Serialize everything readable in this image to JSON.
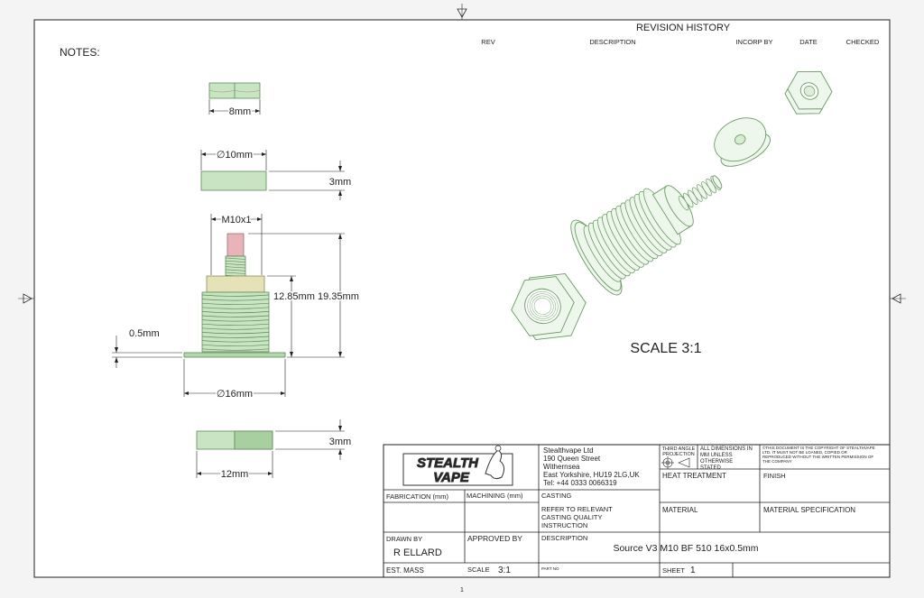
{
  "notes_label": "NOTES:",
  "revision": {
    "title": "REVISION  HISTORY",
    "columns": [
      "REV",
      "DESCRIPTION",
      "INCORP BY",
      "DATE",
      "CHECKED"
    ]
  },
  "dimensions": {
    "nut_width": "8mm",
    "washer_dia": "∅10mm",
    "washer_thk": "3mm",
    "thread": "M10x1",
    "height_a": "12.85mm",
    "height_b": "19.35mm",
    "flange_thk": "0.5mm",
    "flange_dia": "∅16mm",
    "nut2_thk": "3mm",
    "nut2_width": "12mm"
  },
  "scale_label": "SCALE 3:1",
  "title_block": {
    "logo_line1": "STEALTH",
    "logo_line2": "VAPE",
    "company": {
      "name": "Stealthvape Ltd",
      "street": "190 Queen Street",
      "town": "Withernsea",
      "region": "East Yorkshire, HU19 2LG,UK",
      "tel": "Tel: +44 0333 0066319"
    },
    "projection_lines": [
      "THIRD ANGLE",
      "PROJECTION"
    ],
    "units_lines": [
      "ALL DIMENSIONS IN",
      "MM UNLESS",
      "OTHERWISE",
      "STATED"
    ],
    "copyright_lines": [
      "©THIS DOCUMENT IS THE COPYRIGHT OF STEALTHVAPE",
      "LTD. IT MUST NOT BE LOANED, COPIED OR",
      "REPRODUCED WITHOUT THE WRITTEN PERMISSION OF",
      "THE COMPANY"
    ],
    "heat_treatment": "HEAT TREATMENT",
    "finish": "FINISH",
    "fabrication": "FABRICATION (mm)",
    "machining": "MACHINING (mm)",
    "casting": "CASTING",
    "casting_note": [
      "REFER TO RELEVANT",
      "CASTING QUALITY",
      "INSTRUCTION"
    ],
    "material": "MATERIAL",
    "material_spec": "MATERIAL SPECIFICATION",
    "drawn_by_label": "DRAWN BY",
    "drawn_by": "R ELLARD",
    "approved_by_label": "APPROVED BY",
    "description_label": "DESCRIPTION",
    "description": "Source V3 M10 BF 510 16x0.5mm",
    "est_mass_label": "EST. MASS",
    "scale_label": "SCALE",
    "scale_value": "3:1",
    "part_no_label": "PART NO",
    "sheet_label": "SHEET",
    "sheet_value": "1"
  },
  "footer_mark": "1"
}
